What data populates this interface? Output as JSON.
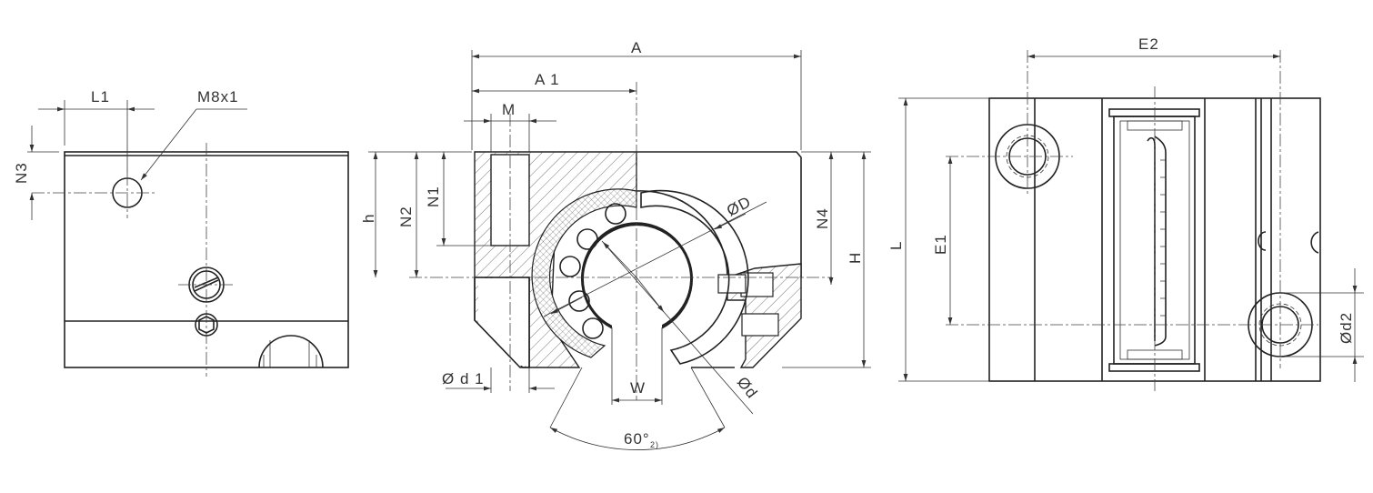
{
  "left_view": {
    "L1": "L1",
    "M8x1": "M8x1",
    "N3": "N3"
  },
  "section_view": {
    "A": "A",
    "A1": "A 1",
    "M": "M",
    "h": "h",
    "N2": "N2",
    "N1": "N1",
    "N4": "N4",
    "H": "H",
    "D": "ØD",
    "d1": "Ø d 1",
    "W": "W",
    "d": "Ød",
    "angle": "60°",
    "angle_note": "2)"
  },
  "top_view": {
    "E2": "E2",
    "L": "L",
    "E1": "E1",
    "d2": "Ød2"
  }
}
